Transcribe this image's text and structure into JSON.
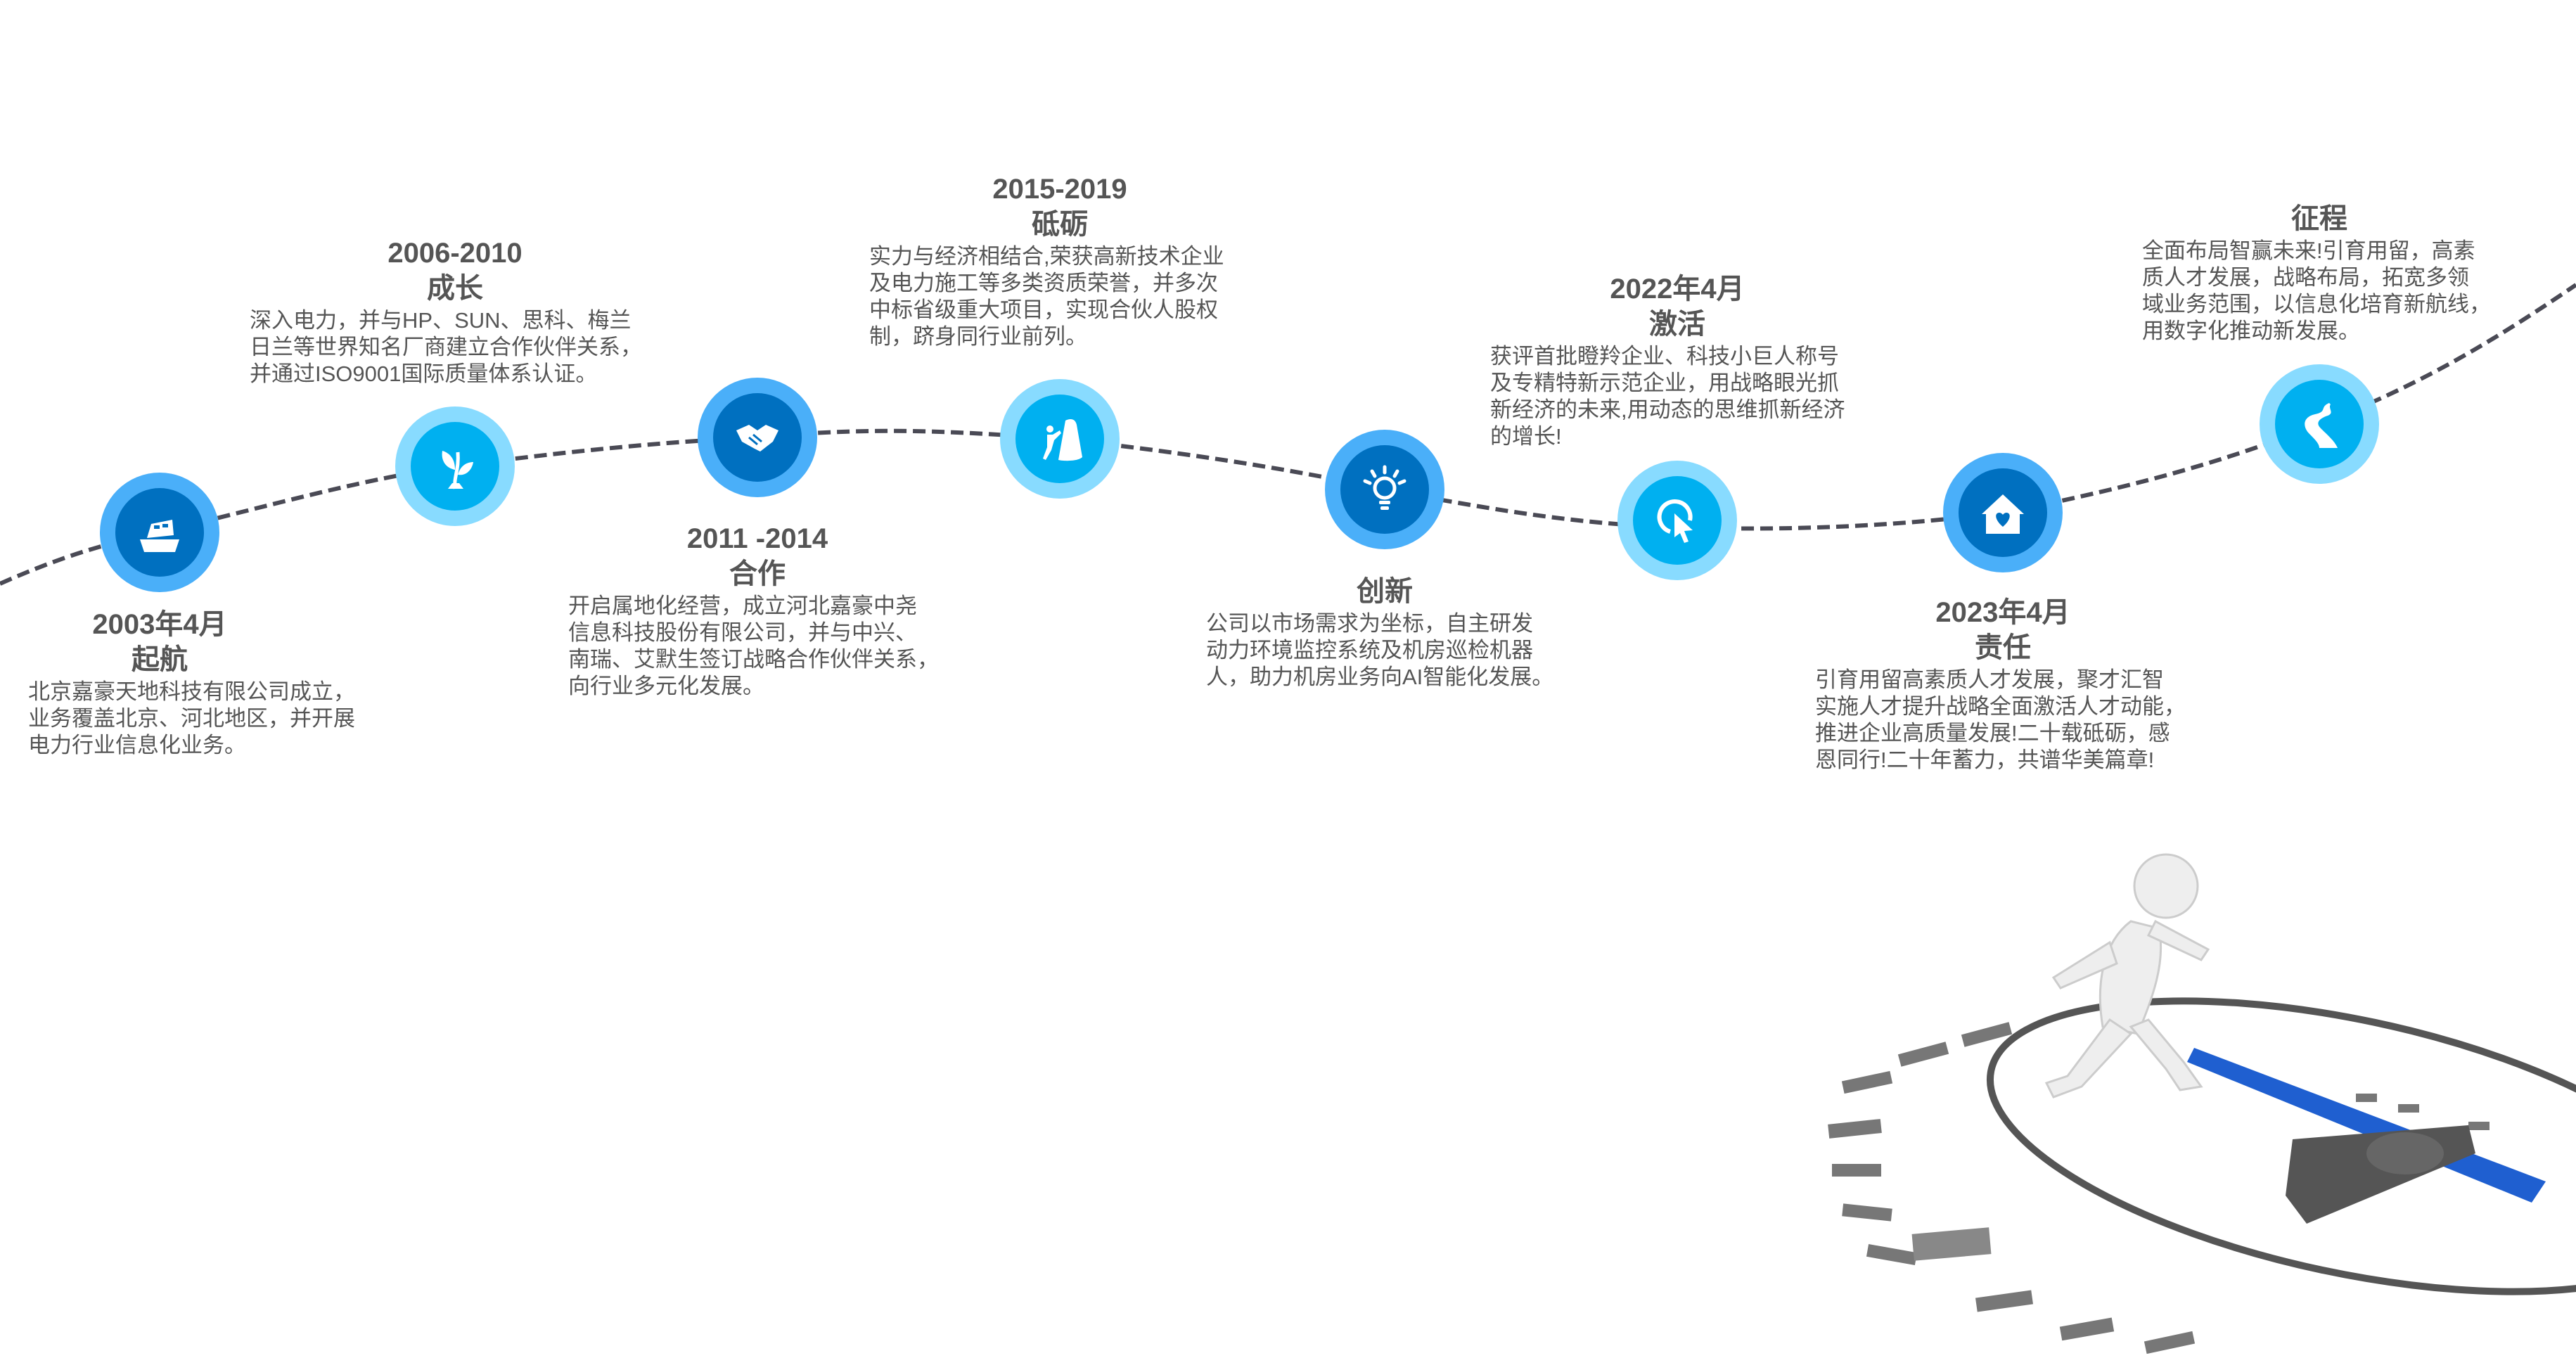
{
  "colors": {
    "dark_outer": "#4aaff9",
    "dark_inner": "#0070c0",
    "light_outer": "#88dbff",
    "light_inner": "#00b0f0",
    "text": "#555555",
    "path": "#4a4a55"
  },
  "milestones": [
    {
      "year": "2003年4月",
      "title": "起航",
      "theme": "dark",
      "icon": "ship-icon",
      "lines": [
        "北京嘉豪天地科技有限公司成立，",
        "业务覆盖北京、河北地区，并开展",
        "电力行业信息化业务。"
      ]
    },
    {
      "year": "2006-2010",
      "title": "成长",
      "theme": "light",
      "icon": "sprout-icon",
      "lines": [
        "深入电力，并与HP、SUN、思科、梅兰",
        "日兰等世界知名厂商建立合作伙伴关系，",
        "并通过ISO9001国际质量体系认证。"
      ]
    },
    {
      "year": "2011 -2014",
      "title": "合作",
      "theme": "dark",
      "icon": "handshake-icon",
      "lines": [
        "开启属地化经营，成立河北嘉豪中尧",
        "信息科技股份有限公司，并与中兴、",
        "南瑞、艾默生签订战略合作伙伴关系，",
        "向行业多元化发展。"
      ]
    },
    {
      "year": "2015-2019",
      "title": "砥砺",
      "theme": "light",
      "icon": "climber-icon",
      "lines": [
        "实力与经济相结合,荣获高新技术企业",
        "及电力施工等多类资质荣誉，并多次",
        "中标省级重大项目，实现合伙人股权",
        "制，跻身同行业前列。"
      ]
    },
    {
      "year": "",
      "title": "创新",
      "theme": "dark",
      "icon": "lightbulb-icon",
      "lines": [
        "公司以市场需求为坐标，自主研发",
        "动力环境监控系统及机房巡检机器",
        "人，助力机房业务向AI智能化发展。"
      ]
    },
    {
      "year": "2022年4月",
      "title": "激活",
      "theme": "light",
      "icon": "cursor-click-icon",
      "lines": [
        "获评首批瞪羚企业、科技小巨人称号",
        "及专精特新示范企业，用战略眼光抓",
        "新经济的未来,用动态的思维抓新经济",
        "的增长!"
      ]
    },
    {
      "year": "2023年4月",
      "title": "责任",
      "theme": "dark",
      "icon": "house-heart-icon",
      "lines": [
        "引育用留高素质人才发展，聚才汇智",
        "实施人才提升战略全面激活人才动能，",
        "推进企业高质量发展!二十载砥砺，感",
        "恩同行!二十年蓄力，共谱华美篇章!"
      ]
    },
    {
      "year": "",
      "title": "征程",
      "theme": "light",
      "icon": "road-icon",
      "lines": [
        "全面布局智赢未来!引育用留，高素",
        "质人才发展，战略布局，拓宽多领",
        "域业务范围，以信息化培育新航线，",
        "用数字化推动新发展。"
      ]
    }
  ]
}
